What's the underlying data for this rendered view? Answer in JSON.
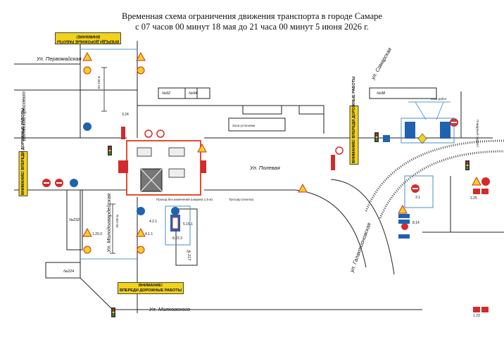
{
  "title": {
    "line1": "Временная схема ограничения движения транспорта в городе Самаре",
    "line2": "с 07 часов 00 минут 18 мая до 21 часа 00 минут 5 июня 2026 г."
  },
  "streets": {
    "pervomayskaya": "Ул. Первомайская",
    "volzhsky": "Волжский проспект",
    "polevaya": "Ул. Полевая",
    "samarskaya": "ул. Самарская",
    "molodogvardeyskaya": "Ул. Молодогвардейская",
    "galaktionovskaya": "ул. Галактионовская",
    "mayakovskogo": "Ул. Маяковского"
  },
  "warnings": {
    "line1": "ВНИМАНИЕ!",
    "line2": "ВПЕРЕДИ ДОРОЖНЫЕ РАБОТЫ"
  },
  "buildings": {
    "b1": "№92",
    "b2": "№94",
    "b3": "№232",
    "b4": "№224",
    "b5": "№98",
    "b6": "№217"
  },
  "annotations": {
    "crossing": "Проход без изменений (ширина 1,5 м)",
    "sidewalk": "Тротуар (плитка)",
    "pedestrian_zone": "Зона установки",
    "dist1": "50-100 м",
    "dist2": "50-100 м",
    "right_label": "зона работ",
    "hydrant": "Пожарный гидрант"
  },
  "sign_codes": {
    "c1": "1.25",
    "c2": "3.24",
    "c3": "4.2.1",
    "c4": "8.22.3",
    "c5": "3.1",
    "c6": "5.15.1",
    "c7": "1.20.3",
    "c8": "4.1.1",
    "c9": "8.14",
    "c10": "1.23"
  },
  "colors": {
    "work_zone": "#e44c2c",
    "warning_fill": "#f2d21b",
    "sign_blue": "#1f62b0",
    "sign_red": "#d22b2b",
    "road_line": "#222222",
    "blue_line": "#5a9bd0"
  }
}
